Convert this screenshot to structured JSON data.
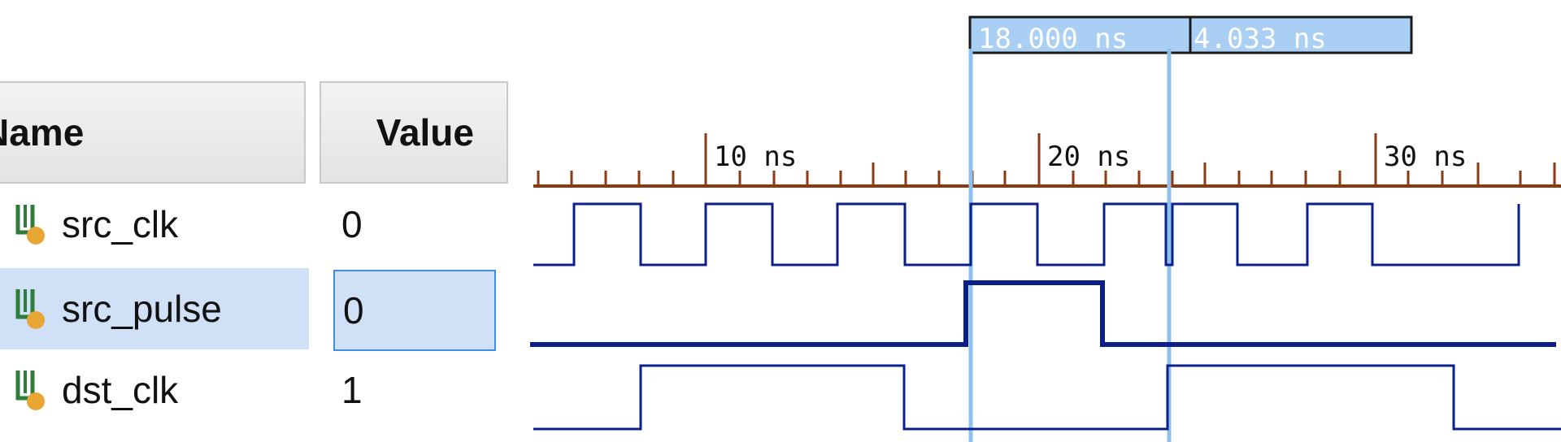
{
  "columns": {
    "name_label": "Name",
    "value_label": "Value"
  },
  "signals": [
    {
      "name": "src_clk",
      "value": "0",
      "icon": "logic-signal-icon"
    },
    {
      "name": "src_pulse",
      "value": "0",
      "icon": "logic-signal-icon",
      "selected": true
    },
    {
      "name": "dst_clk",
      "value": "1",
      "icon": "logic-signal-icon"
    }
  ],
  "timeline": {
    "ticks": [
      "10 ns",
      "20 ns",
      "30 ns"
    ],
    "cursor_time": "18.000 ns",
    "delta_time": "4.033 ns"
  },
  "colors": {
    "waveform": "#0a1f8a",
    "axis": "#8a3a12",
    "cursor": "#8ec0ee",
    "marker_fill": "#a9cff5",
    "selection": "#cfe0f7",
    "icon_green": "#2f7d3a",
    "icon_orange": "#e8a634"
  }
}
